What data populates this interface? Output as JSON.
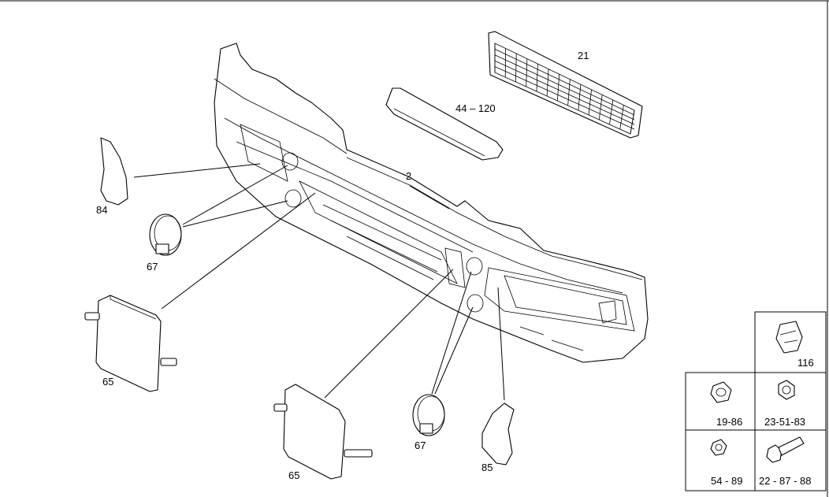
{
  "callouts": {
    "bumper": "2",
    "grille": "21",
    "strip": "44 – 120",
    "end_cap_left": "84",
    "end_cap_right": "85",
    "fog_cover_left": "67",
    "fog_cover_right": "67",
    "lamp_left": "65",
    "lamp_right": "65",
    "clip": "116",
    "washer_nut": "19-86",
    "hex_nut": "23-51-83",
    "small_nut": "54 - 89",
    "bolt": "22 - 87 - 88"
  }
}
